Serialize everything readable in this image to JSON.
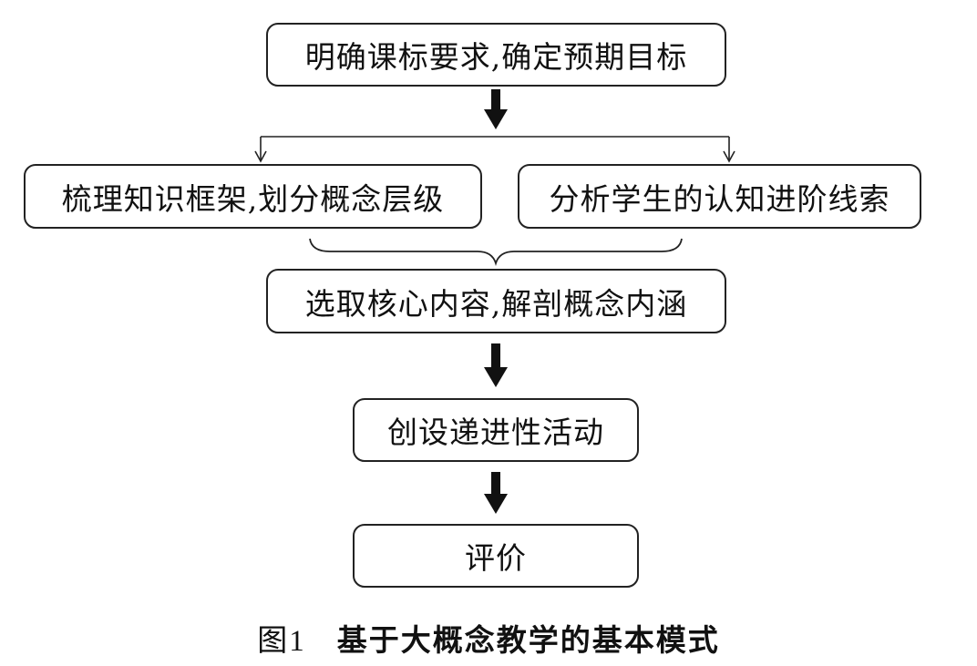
{
  "nodes": {
    "goals": "明确课标要求,确定预期目标",
    "framework": "梳理知识框架,划分概念层级",
    "cognition": "分析学生的认知进阶线索",
    "core": "选取核心内容,解剖概念内涵",
    "activities": "创设递进性活动",
    "evaluation": "评价"
  },
  "caption": {
    "figure_number": "图1",
    "title": "基于大概念教学的基本模式"
  }
}
